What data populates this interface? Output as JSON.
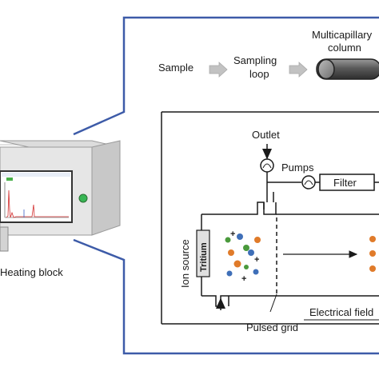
{
  "flow": {
    "sample": "Sample",
    "sampling_loop_line1": "Sampling",
    "sampling_loop_line2": "loop",
    "column_line1": "Multicapillary",
    "column_line2": "column"
  },
  "device": {
    "heating_block": "Heating block"
  },
  "ims": {
    "outlet": "Outlet",
    "pumps": "Pumps",
    "filter": "Filter",
    "ion_source": "Ion source",
    "tritium": "Tritium",
    "plus_sign": "+",
    "electrical_field": "Electrical field",
    "pulsed_grid": "Pulsed grid"
  },
  "colors": {
    "frame_blue": "#3d5ba8",
    "ion_green": "#4a9a3c",
    "ion_orange": "#e07b2a",
    "ion_blue": "#3f6fb8",
    "ion_purple": "#8a5ba8",
    "device_led": "#38b554",
    "arrow_gray": "#b9b9b9"
  }
}
